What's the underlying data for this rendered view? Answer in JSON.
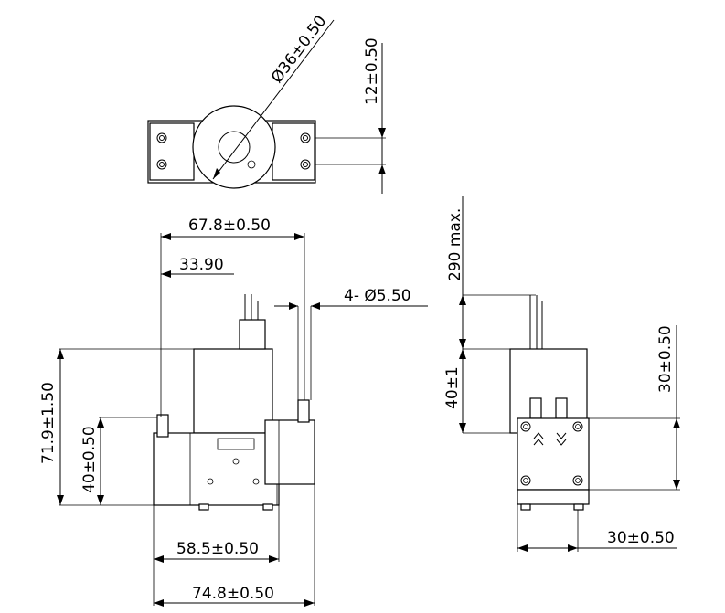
{
  "colors": {
    "line": "#000000",
    "background": "#ffffff"
  },
  "dimensions": {
    "diameter": "Ø36±0.50",
    "height_12": "12±0.50",
    "width_678": "67.8±0.50",
    "width_339": "33.90",
    "holes": "4- Ø5.50",
    "height_719": "71.9±1.50",
    "height_40_left": "40±0.50",
    "width_585": "58.5±0.50",
    "width_748": "74.8±0.50",
    "cable": "290 max.",
    "height_40_right": "40±1",
    "height_30": "30±0.50",
    "width_30": "30±0.50"
  }
}
